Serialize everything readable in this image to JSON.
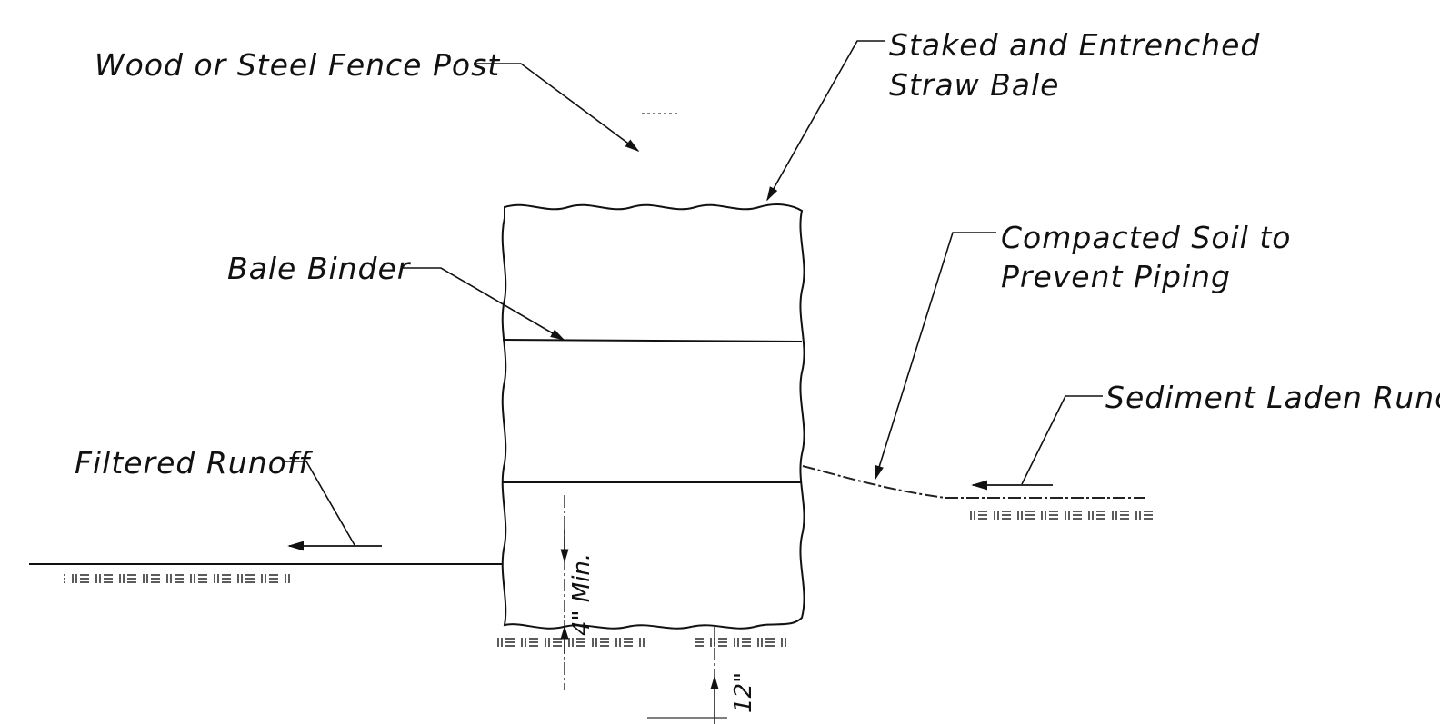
{
  "labels": {
    "post": "Wood or Steel Fence Post",
    "bale_line1": "Staked and Entrenched",
    "bale_line2": "Straw Bale",
    "binder": "Bale Binder",
    "soil_line1": "Compacted Soil to",
    "soil_line2": "Prevent Piping",
    "sediment": "Sediment Laden Runoff",
    "filtered": "Filtered Runoff"
  },
  "dimensions": {
    "depth": "4\" Min.",
    "width": "12\""
  }
}
